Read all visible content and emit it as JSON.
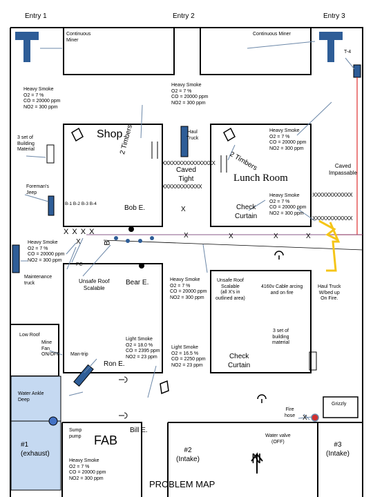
{
  "entries": [
    "Entry 1",
    "Entry 2",
    "Entry 3"
  ],
  "equipment": {
    "miner_left": "Continuous\nMiner",
    "miner_right": "Continuous Miner",
    "t4": "T-4",
    "haul_truck": "Haul\nTruck",
    "foremans_jeep": "Foreman's\nJeep",
    "maintenance_truck": "Maintenance\ntruck",
    "pc": "PC",
    "man_trip": "Man-trip",
    "water_ankle_deep": "Water Ankle\nDeep",
    "sump_pump": "Sump\npump",
    "fire_hose": "Fire\nhose",
    "water_valve": "Water valve\n(OFF)",
    "grizzly": "Grizzly",
    "building_material_left": "3 set of\nBuilding\nMaterial",
    "building_material_right": "3 set of\nbuilding\nmaterial",
    "cable": "4160v Cable arcing\nand on fire",
    "haul_truck_fire": "Haul Truck\nW/bed up\nOn Fire."
  },
  "readings": {
    "r1": "Heavy Smoke\nO2 = 7 %\nCO = 20000 ppm\nNO2 = 300 ppm",
    "r2": "Heavy Smoke\nO2 = 7 %\nCO = 20000 ppm\nNO2 = 300 ppm",
    "r3": "Heavy Smoke\nO2 = 7 %\nCO = 20000 ppm\nNO2 = 300 ppm",
    "r4": "Heavy Smoke\nO2 = 7 %\nCO = 20000 ppm\nNO2 = 300 ppm",
    "r5": "Heavy Smoke\nO2 = 7 %\nCO = 20000 ppm\nNO2 = 300 ppm",
    "r6": "Heavy Smoke\nO2 = 7 %\nCO = 20000 ppm\nNO2 = 300 ppm",
    "r7": "Heavy Smoke\nO2 = 7 %\nCO = 20000 ppm\nNO2 = 300 ppm",
    "light1": "Light Smoke\nO2 = 18.0 %\nCO = 2395 ppm\nNO2 = 23 ppm",
    "light2": "Light Smoke\nO2 = 16.5 %\nCO = 2250 ppm\nNO2 = 23 ppm"
  },
  "areas": {
    "shop": "Shop",
    "timbers_left": "2 Timbers",
    "timbers_right": "2 Timbers",
    "lunch_room": "Lunch Room",
    "caved_tight": "Caved\nTight",
    "caved_impassable": "Caved\nImpassable",
    "check_curtain_top": "Check\nCurtain",
    "check_curtain_bottom": "Check\nCurtain",
    "unsafe_roof_left": "Unsafe Roof\nScalable",
    "unsafe_roof_right": "Unsafe Roof\nScalable\n(all X's in\noutlined area)",
    "low_roof": "Low Roof",
    "mine_fan": "Mine\nFan\nON/OFF",
    "fab": "FAB",
    "problem_map": "PROBLEM MAP",
    "north": "N",
    "b_label": "B",
    "x_blocks": "X X X X",
    "blocks": "B-1 B-2 B-3 B-4",
    "x_mark": "X",
    "xs_long": "XXXXXXXXXXXXXXXX",
    "xs_short": "XXXXXXXXXXXX"
  },
  "people": {
    "bob": "Bob E.",
    "bear": "Bear E.",
    "ron": "Ron E.",
    "bill": "Bill E."
  },
  "exits": {
    "exit1": "#1\n(exhaust)",
    "exit2": "#2\n(Intake)",
    "exit3": "#3\n(Intake)"
  },
  "colors": {
    "water": "#c5d9f1",
    "hazard": "#f5c518",
    "red_line": "#e03030",
    "arrow": "#6b87a8",
    "fire": "#d03030"
  }
}
